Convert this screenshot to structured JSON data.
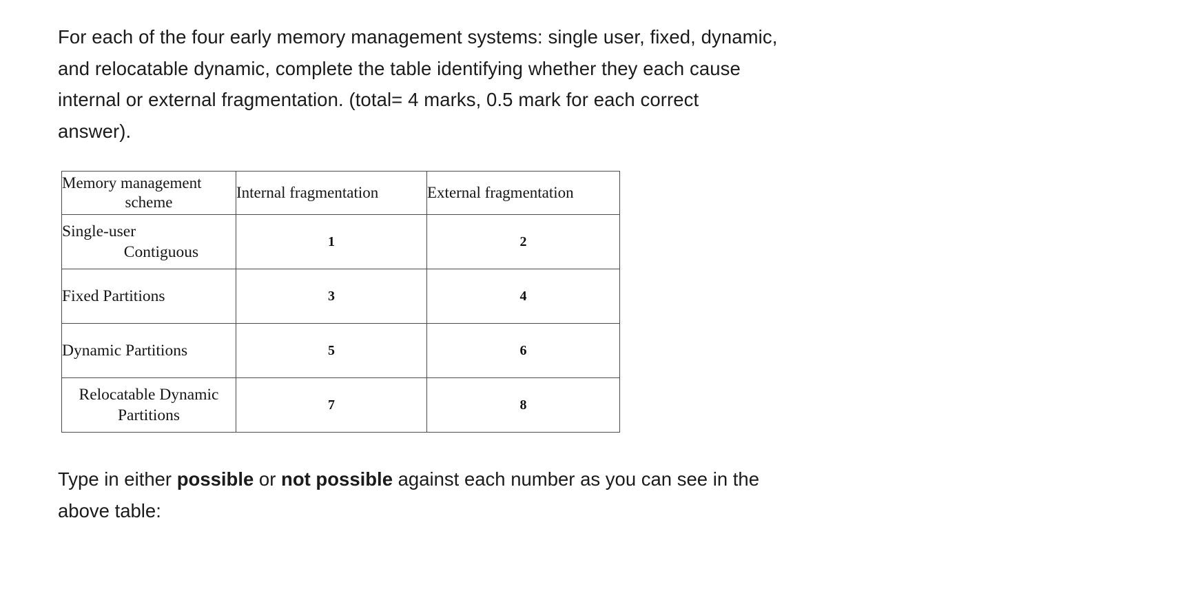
{
  "document": {
    "intro_paragraph": {
      "lines": [
        "For each of the four early memory management systems: single user, fixed, dynamic,",
        "and relocatable dynamic, complete the table identifying whether they each cause",
        "internal or external fragmentation. (total= 4 marks, 0.5 mark for each correct",
        "answer)."
      ]
    },
    "table": {
      "headers": {
        "col1_line1": "Memory management",
        "col1_line2": "scheme",
        "col2": "Internal fragmentation",
        "col3": "External fragmentation"
      },
      "rows": [
        {
          "scheme_line1": "Single-user",
          "scheme_line2": "Contiguous",
          "internal": "1",
          "external": "2"
        },
        {
          "scheme_line1": "Fixed  Partitions",
          "scheme_line2": "",
          "internal": "3",
          "external": "4"
        },
        {
          "scheme_line1": "Dynamic Partitions",
          "scheme_line2": "",
          "internal": "5",
          "external": "6"
        },
        {
          "scheme_line1": "Relocatable Dynamic",
          "scheme_line2": "Partitions",
          "internal": "7",
          "external": "8"
        }
      ]
    },
    "closing_paragraph": {
      "line1_part1": "Type in either ",
      "line1_bold1": "possible",
      "line1_part2": " or ",
      "line1_bold2": "not possible",
      "line1_part3": " against each number as you can see in the",
      "line2": "above table:"
    }
  },
  "colors": {
    "page_background": "#ffffff",
    "body_text": "#1b1b1b",
    "table_text": "#161616",
    "table_border": "#4a4a4a"
  }
}
